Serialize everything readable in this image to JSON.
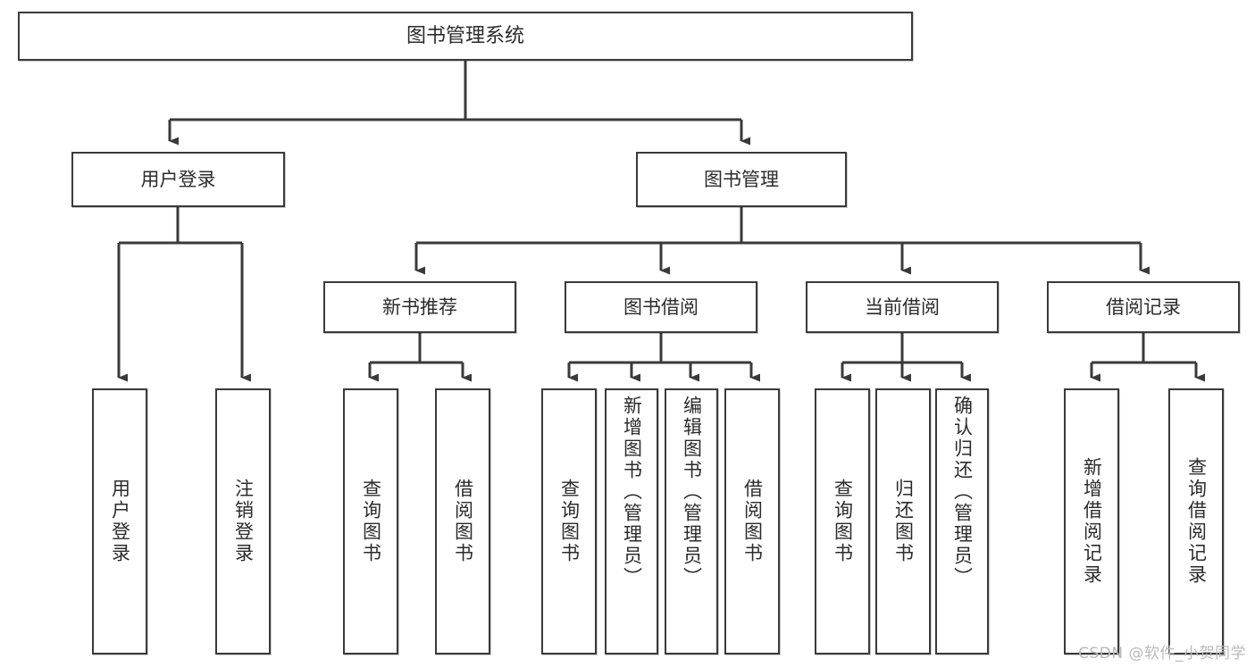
{
  "diagram": {
    "title": "图书管理系统",
    "type": "tree-hierarchy-diagram",
    "watermark": "CSDN @软件_小贺同学",
    "colors": {
      "box_border": "#3a3a3a",
      "box_fill": "#ffffff",
      "connector": "#3a3a3a",
      "text": "#2b2b2b",
      "watermark": "#b9b9b9",
      "canvas": "#ffffff"
    },
    "root": {
      "label": "图书管理系统"
    },
    "level1": [
      {
        "label": "用户登录"
      },
      {
        "label": "图书管理"
      }
    ],
    "level2": [
      {
        "label": "新书推荐"
      },
      {
        "label": "图书借阅"
      },
      {
        "label": "当前借阅"
      },
      {
        "label": "借阅记录"
      }
    ],
    "leaves": {
      "user_login": [
        {
          "label": "用户登录"
        },
        {
          "label": "注销登录"
        }
      ],
      "new_book_recommend": [
        {
          "label": "查询图书"
        },
        {
          "label": "借阅图书"
        }
      ],
      "book_borrow": [
        {
          "label": "查询图书"
        },
        {
          "label": "新增图书（管理员）"
        },
        {
          "label": "编辑图书（管理员）"
        },
        {
          "label": "借阅图书"
        }
      ],
      "current_borrow": [
        {
          "label": "查询图书"
        },
        {
          "label": "归还图书"
        },
        {
          "label": "确认归还（管理员）"
        }
      ],
      "borrow_record": [
        {
          "label": "新增借阅记录"
        },
        {
          "label": "查询借阅记录"
        }
      ]
    }
  }
}
